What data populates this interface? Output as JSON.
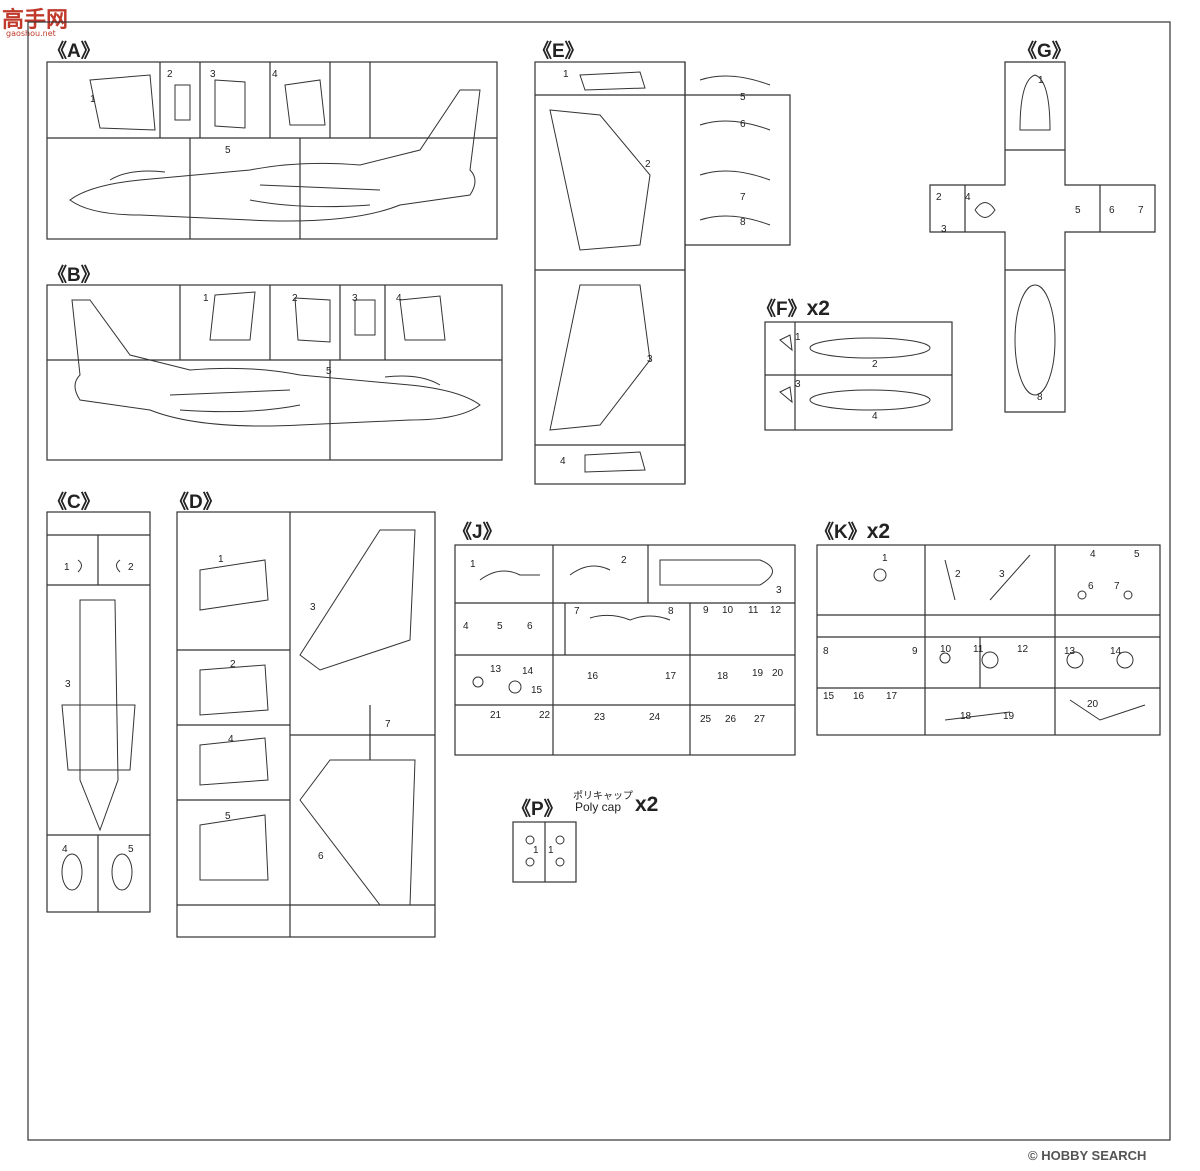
{
  "watermark_top": {
    "cn": "高手网",
    "url": "gaoshou.net"
  },
  "watermark_bottom": {
    "copyright": "©",
    "brand": "HOBBY SEARCH"
  },
  "sprues": [
    {
      "id": "A",
      "label": "《A》",
      "multiplier": "",
      "parts": [
        "1",
        "2",
        "3",
        "4",
        "5"
      ]
    },
    {
      "id": "B",
      "label": "《B》",
      "multiplier": "",
      "parts": [
        "1",
        "2",
        "3",
        "4",
        "5"
      ]
    },
    {
      "id": "C",
      "label": "《C》",
      "multiplier": "",
      "parts": [
        "1",
        "2",
        "3",
        "4",
        "5"
      ]
    },
    {
      "id": "D",
      "label": "《D》",
      "multiplier": "",
      "parts": [
        "1",
        "2",
        "3",
        "4",
        "5",
        "6",
        "7"
      ]
    },
    {
      "id": "E",
      "label": "《E》",
      "multiplier": "",
      "parts": [
        "1",
        "2",
        "3",
        "4",
        "5",
        "6",
        "7",
        "8"
      ]
    },
    {
      "id": "F",
      "label": "《F》",
      "multiplier": "x2",
      "parts": [
        "1",
        "2",
        "3",
        "4"
      ]
    },
    {
      "id": "G",
      "label": "《G》",
      "multiplier": "",
      "parts": [
        "1",
        "2",
        "3",
        "4",
        "5",
        "6",
        "7",
        "8"
      ]
    },
    {
      "id": "J",
      "label": "《J》",
      "multiplier": "",
      "parts": [
        "1",
        "2",
        "3",
        "4",
        "5",
        "6",
        "7",
        "8",
        "9",
        "10",
        "11",
        "12",
        "13",
        "14",
        "15",
        "16",
        "17",
        "18",
        "19",
        "20",
        "21",
        "22",
        "23",
        "24",
        "25",
        "26",
        "27"
      ]
    },
    {
      "id": "K",
      "label": "《K》",
      "multiplier": "x2",
      "parts": [
        "1",
        "2",
        "3",
        "4",
        "5",
        "6",
        "7",
        "8",
        "9",
        "10",
        "11",
        "12",
        "13",
        "14",
        "15",
        "16",
        "17",
        "18",
        "19",
        "20"
      ]
    },
    {
      "id": "P",
      "label": "《P》",
      "multiplier": "x2",
      "caption_jp": "ポリキャップ",
      "caption_en": "Poly cap",
      "parts": [
        "1",
        "1"
      ]
    }
  ]
}
